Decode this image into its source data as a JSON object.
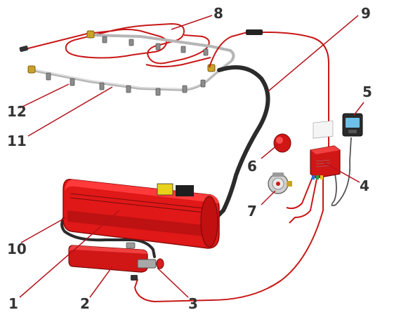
{
  "colors": {
    "cylinder_red": "#e01818",
    "cylinder_dark": "#a30d0d",
    "cable_red": "#c81818",
    "hose_black": "#2b2b2b",
    "pipe_silver": "#c9c9c9",
    "leader_red": "#b5121b",
    "label_text": "#333333"
  },
  "callouts": [
    {
      "id": "1",
      "label": "1"
    },
    {
      "id": "2",
      "label": "2"
    },
    {
      "id": "3",
      "label": "3"
    },
    {
      "id": "4",
      "label": "4"
    },
    {
      "id": "5",
      "label": "5"
    },
    {
      "id": "6",
      "label": "6"
    },
    {
      "id": "7",
      "label": "7"
    },
    {
      "id": "8",
      "label": "8"
    },
    {
      "id": "9",
      "label": "9"
    },
    {
      "id": "10",
      "label": "10"
    },
    {
      "id": "11",
      "label": "11"
    },
    {
      "id": "12",
      "label": "12"
    }
  ],
  "icons": [
    "cylinder-icon",
    "battery-icon",
    "valve-icon",
    "control-unit-icon",
    "display-panel-icon",
    "alarm-icon",
    "pressure-switch-icon",
    "detection-line-icon",
    "cable-icon",
    "hose-icon",
    "pipe-icon",
    "nozzle-icon"
  ]
}
